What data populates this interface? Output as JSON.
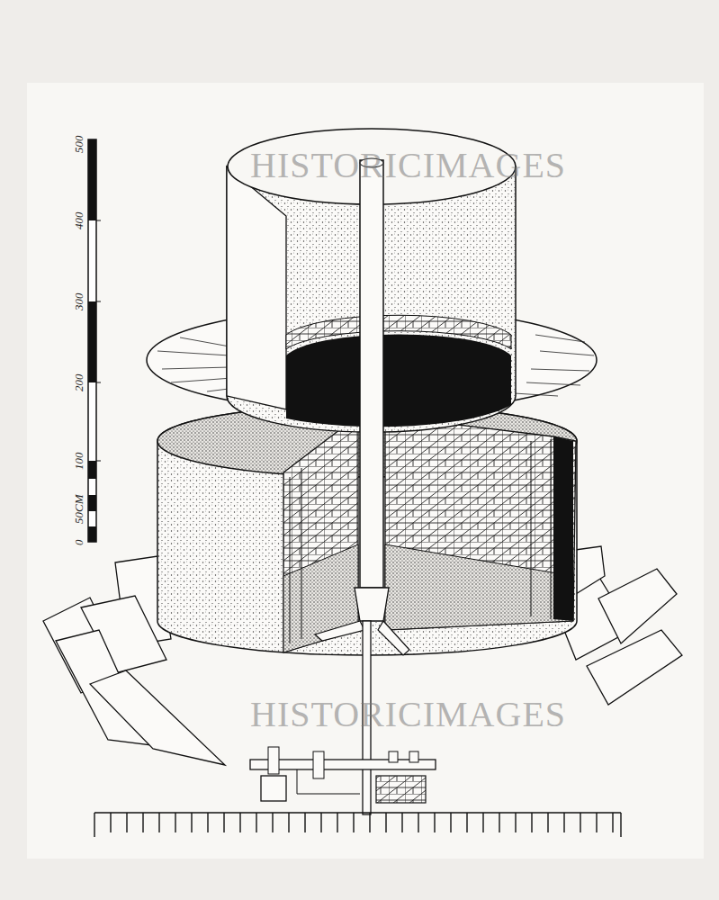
{
  "diagram": {
    "labels": [
      "500",
      "400",
      "300",
      "200",
      "100",
      "50CM",
      "0",
      "HISTORICIMAGES",
      "HISTORICIMAGES"
    ]
  }
}
